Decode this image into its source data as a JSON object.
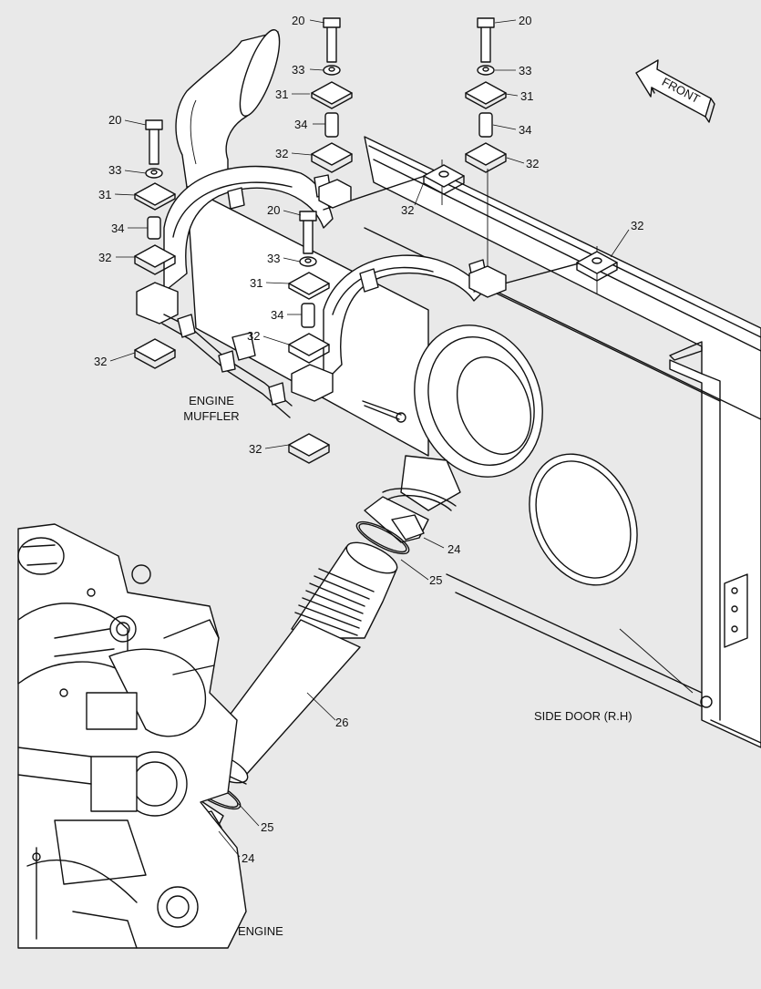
{
  "labels": {
    "front": "FRONT",
    "engine_muffler_line1": "ENGINE",
    "engine_muffler_line2": "MUFFLER",
    "side_door": "SIDE DOOR (R.H)",
    "engine": "ENGINE"
  },
  "part_numbers": {
    "bolt": "20",
    "washer": "33",
    "plate": "31",
    "spacer": "34",
    "mount": "32",
    "clamp": "24",
    "gasket": "25",
    "pipe": "26"
  },
  "colors": {
    "background": "#e9e9e9",
    "line": "#111111",
    "fill": "#ffffff"
  }
}
